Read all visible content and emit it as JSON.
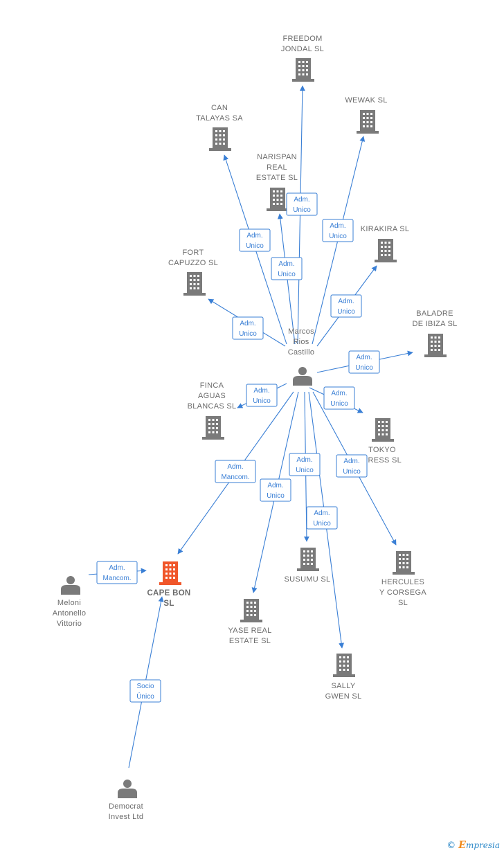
{
  "colors": {
    "edge": "#3a7fd5",
    "building": "#7a7a7a",
    "focus_building": "#f0562a",
    "person": "#7a7a7a",
    "label": "#6b6b6b"
  },
  "nodes": [
    {
      "id": "marcos",
      "kind": "person",
      "label": [
        "Marcos",
        "Rios",
        "Castillo"
      ]
    },
    {
      "id": "freedom",
      "kind": "company",
      "label": [
        "FREEDOM",
        "JONDAL SL"
      ]
    },
    {
      "id": "wewak",
      "kind": "company",
      "label": [
        "WEWAK SL"
      ]
    },
    {
      "id": "can",
      "kind": "company",
      "label": [
        "CAN",
        "TALAYAS SA"
      ]
    },
    {
      "id": "narispan",
      "kind": "company",
      "label": [
        "NARISPAN",
        "REAL",
        "ESTATE SL"
      ]
    },
    {
      "id": "kirakira",
      "kind": "company",
      "label": [
        "KIRAKIRA SL"
      ]
    },
    {
      "id": "fort",
      "kind": "company",
      "label": [
        "FORT",
        "CAPUZZO SL"
      ]
    },
    {
      "id": "baladre",
      "kind": "company",
      "label": [
        "BALADRE",
        "DE IBIZA SL"
      ]
    },
    {
      "id": "finca",
      "kind": "company",
      "label": [
        "FINCA",
        "AGUAS",
        "BLANCAS SL"
      ]
    },
    {
      "id": "tokyo",
      "kind": "company",
      "label": [
        "TOKYO",
        "PRESS SL"
      ]
    },
    {
      "id": "cape",
      "kind": "company",
      "focus": true,
      "label": [
        "CAPE BON",
        "SL"
      ]
    },
    {
      "id": "meloni",
      "kind": "person",
      "label": [
        "Meloni",
        "Antonello",
        "Vittorio"
      ]
    },
    {
      "id": "susumu",
      "kind": "company",
      "label": [
        "SUSUMU SL"
      ]
    },
    {
      "id": "hercules",
      "kind": "company",
      "label": [
        "HERCULES",
        "Y CORSEGA",
        "SL"
      ]
    },
    {
      "id": "yase",
      "kind": "company",
      "label": [
        "YASE REAL",
        "ESTATE SL"
      ]
    },
    {
      "id": "sally",
      "kind": "company",
      "label": [
        "SALLY",
        "GWEN SL"
      ]
    },
    {
      "id": "democrat",
      "kind": "person",
      "label": [
        "Democrat",
        "Invest Ltd"
      ]
    }
  ],
  "edges": [
    {
      "from": "marcos",
      "to": "freedom",
      "label": [
        "Adm.",
        "Unico"
      ]
    },
    {
      "from": "marcos",
      "to": "wewak",
      "label": [
        "Adm.",
        "Unico"
      ]
    },
    {
      "from": "marcos",
      "to": "can",
      "label": [
        "Adm.",
        "Unico"
      ]
    },
    {
      "from": "marcos",
      "to": "narispan",
      "label": [
        "Adm.",
        "Unico"
      ]
    },
    {
      "from": "marcos",
      "to": "kirakira",
      "label": [
        "Adm.",
        "Unico"
      ]
    },
    {
      "from": "marcos",
      "to": "fort",
      "label": [
        "Adm.",
        "Unico"
      ]
    },
    {
      "from": "marcos",
      "to": "baladre",
      "label": [
        "Adm.",
        "Unico"
      ]
    },
    {
      "from": "marcos",
      "to": "finca",
      "label": [
        "Adm.",
        "Unico"
      ]
    },
    {
      "from": "marcos",
      "to": "tokyo",
      "label": [
        "Adm.",
        "Unico"
      ]
    },
    {
      "from": "marcos",
      "to": "cape",
      "label": [
        "Adm.",
        "Mancom."
      ]
    },
    {
      "from": "marcos",
      "to": "yase",
      "label": [
        "Adm.",
        "Unico"
      ]
    },
    {
      "from": "marcos",
      "to": "susumu",
      "label": [
        "Adm.",
        "Unico"
      ]
    },
    {
      "from": "marcos",
      "to": "sally",
      "label": [
        "Adm.",
        "Unico"
      ]
    },
    {
      "from": "marcos",
      "to": "hercules",
      "label": [
        "Adm.",
        "Unico"
      ]
    },
    {
      "from": "meloni",
      "to": "cape",
      "label": [
        "Adm.",
        "Mancom."
      ]
    },
    {
      "from": "democrat",
      "to": "cape",
      "label": [
        "Socio",
        "Único"
      ]
    }
  ],
  "brand": {
    "copyright": "©",
    "initial": "E",
    "name": "mpresia"
  }
}
